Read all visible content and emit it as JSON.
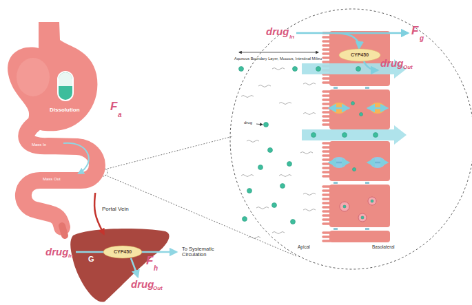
{
  "diagram": {
    "nodes": [
      {
        "text": [
          "Dissolution",
          "Mass In",
          "Mass Out"
        ]
      },
      {
        "text": [
          "Aqueous Boundary Layer, Mucous, Intestinal Milieu",
          "drug",
          "Apical",
          "Basolateral"
        ]
      },
      {
        "text": [
          "CYP450"
        ],
        "in": 1
      },
      {
        "text": [
          "G"
        ]
      },
      {
        "text": [
          "CYP450"
        ],
        "in": 3
      }
    ],
    "edges": [
      {
        "from": 0,
        "to": 3,
        "arrow": "to",
        "label": "Portal Vein"
      }
    ],
    "labels": [
      "F",
      "a",
      "drug",
      "In",
      "F",
      "g",
      "drug",
      "Out",
      "drug",
      "In",
      "F",
      "h",
      "To Systematic Circulation",
      "drug",
      "Out"
    ]
  }
}
